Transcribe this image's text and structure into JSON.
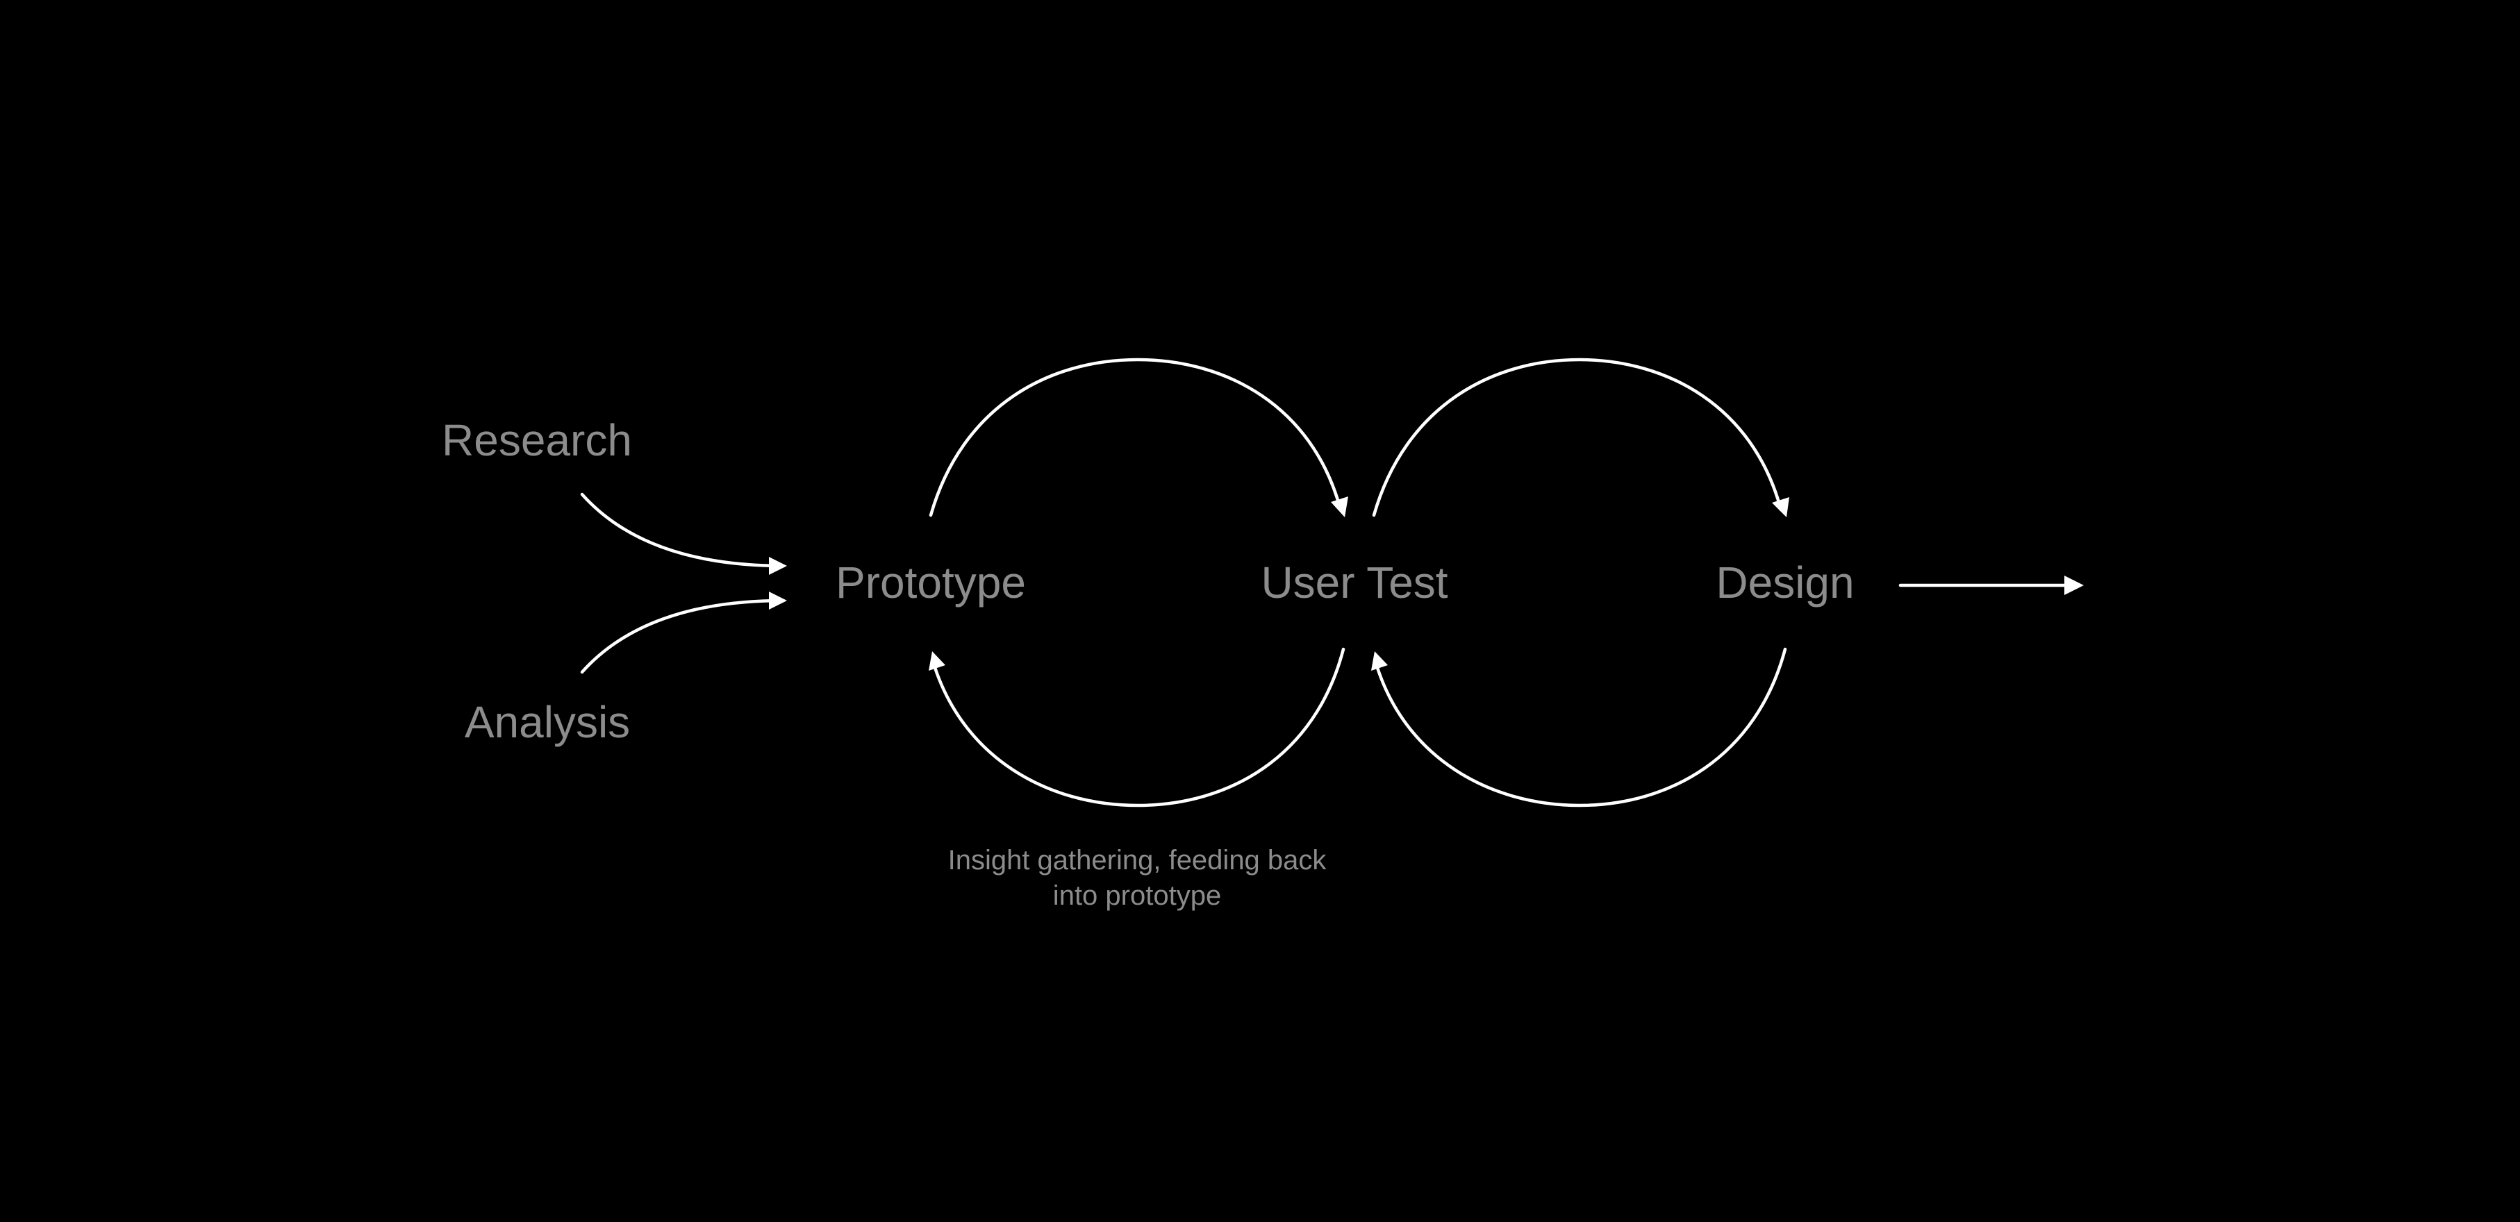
{
  "colors": {
    "background": "#000000",
    "label": "#8c8c8c",
    "connector": "#ffffff"
  },
  "nodes": {
    "research": "Research",
    "analysis": "Analysis",
    "prototype": "Prototype",
    "user_test": "User Test",
    "design": "Design"
  },
  "annotation": {
    "line1": "Insight gathering, feeding back",
    "line2": "into prototype"
  },
  "edges": [
    {
      "from": "Research",
      "to": "Prototype",
      "kind": "curve"
    },
    {
      "from": "Analysis",
      "to": "Prototype",
      "kind": "curve"
    },
    {
      "from": "Prototype",
      "to": "User Test",
      "kind": "arc-over"
    },
    {
      "from": "User Test",
      "to": "Prototype",
      "kind": "arc-under"
    },
    {
      "from": "User Test",
      "to": "Design",
      "kind": "arc-over"
    },
    {
      "from": "Design",
      "to": "User Test",
      "kind": "arc-under"
    },
    {
      "from": "Design",
      "to": "",
      "kind": "straight-out"
    }
  ]
}
